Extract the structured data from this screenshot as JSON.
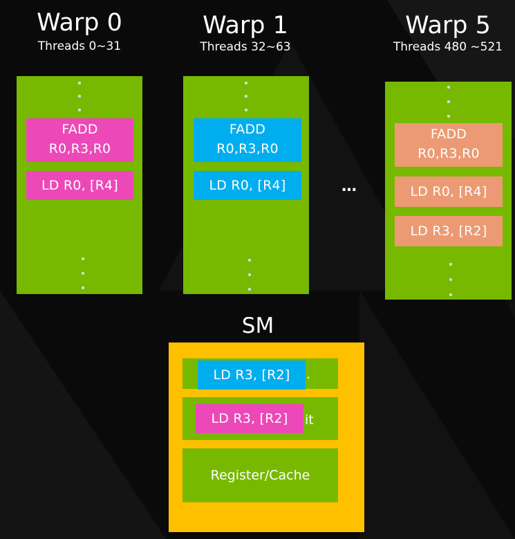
{
  "warps": [
    {
      "title": "Warp 0",
      "threads": "Threads 0~31"
    },
    {
      "title": "Warp 1",
      "threads": "Threads 32~63"
    },
    {
      "title": "Warp 5",
      "threads": "Threads 480 ~521"
    }
  ],
  "warp0_instructions": [
    {
      "line1": "FADD",
      "line2": "R0,R3,R0"
    },
    {
      "line1": "LD R0, [R4]"
    }
  ],
  "warp1_instructions": [
    {
      "line1": "FADD",
      "line2": "R0,R3,R0"
    },
    {
      "line1": "LD R0, [R4]"
    }
  ],
  "warp5_instructions": [
    {
      "line1": "FADD",
      "line2": "R0,R3,R0"
    },
    {
      "line1": "LD R0, [R4]"
    },
    {
      "line1": "LD R3, [R2]"
    }
  ],
  "ellipsis": "…",
  "sm": {
    "title": "SM",
    "unit1_overlay": "LD R3, [R2]",
    "unit1_cut": ".",
    "unit2_overlay": "LD R3, [R2]",
    "unit2_cut": "it",
    "register_cache": "Register/Cache"
  },
  "colors": {
    "green": "#76b900",
    "pink": "#ec48b8",
    "blue": "#00aeef",
    "orange": "#ec9a73",
    "sm_yellow": "#ffc000"
  }
}
